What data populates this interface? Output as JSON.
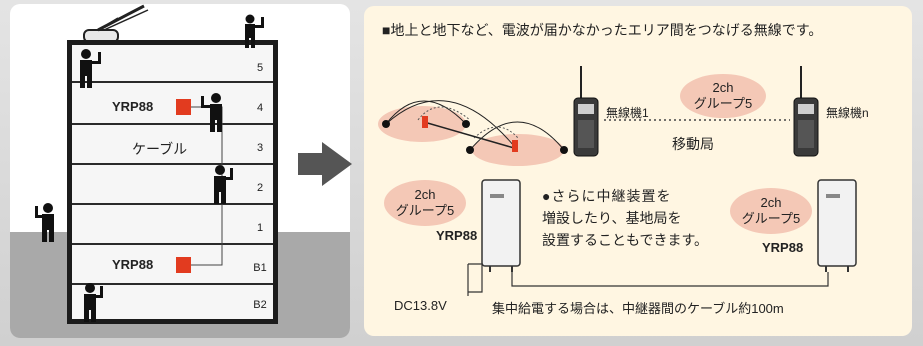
{
  "building": {
    "floors": [
      "5",
      "4",
      "3",
      "2",
      "1",
      "B1",
      "B2"
    ],
    "repeater_top": "YRP88",
    "repeater_bottom": "YRP88",
    "cable_label": "ケーブル"
  },
  "heading": "■地上と地下など、電波が届かなかったエリア間をつなげる無線です。",
  "radio_link": {
    "radio1_label": "無線機1",
    "radion_label": "無線機n",
    "channel_line1": "2ch",
    "channel_line2": "グループ5",
    "mobile_label": "移動局"
  },
  "repeaters": {
    "left_ch_line1": "2ch",
    "left_ch_line2": "グループ5",
    "left_model": "YRP88",
    "right_ch_line1": "2ch",
    "right_ch_line2": "グループ5",
    "right_model": "YRP88",
    "note_line1": "●さらに中継装置を",
    "note_line2": "増設したり、基地局を",
    "note_line3": "設置することもできます。",
    "dc_label": "DC13.8V",
    "cable_note": "集中給電する場合は、中継器間のケーブル約100m"
  },
  "colors": {
    "accent_red": "#e23b1f",
    "bubble_pink": "#f4c8b6",
    "panel_cream": "#fff6e2",
    "arrow_gray": "#555555"
  }
}
